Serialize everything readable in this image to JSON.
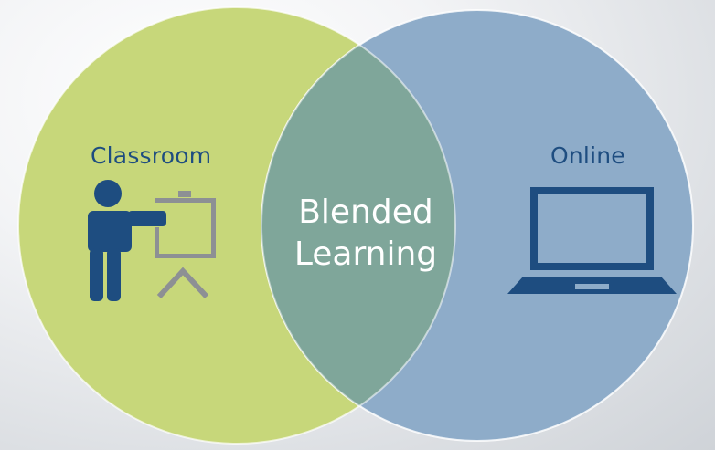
{
  "diagram": {
    "left_circle": {
      "label": "Classroom",
      "color": "#c7d77a",
      "icon": "presenter-icon"
    },
    "right_circle": {
      "label": "Online",
      "color": "#8eacc9",
      "icon": "laptop-icon"
    },
    "overlap": {
      "line1": "Blended",
      "line2": "Learning",
      "color": "#7fa69a"
    },
    "icon_color": "#1e4d80",
    "board_color": "#8d9094"
  }
}
